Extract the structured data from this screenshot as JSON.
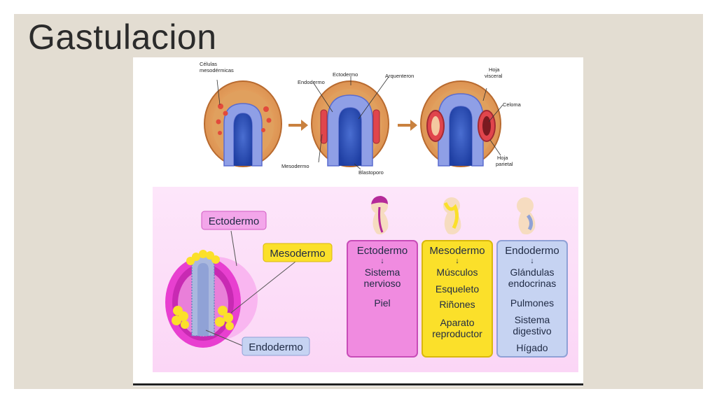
{
  "slide": {
    "title": "Gastulacion"
  },
  "top_figure": {
    "labels": {
      "celulas": "Células mesodérmicas",
      "ectodermo": "Ectodermo",
      "endodermo": "Endodermo",
      "arquenteron": "Arquenteron",
      "mesodermo": "Mesodermo",
      "blastoporo": "Blastoporo",
      "hoja_visceral": "Hoja visceral",
      "celoma": "Celoma",
      "hoja_parietal": "Hoja parietal"
    }
  },
  "bottom_figure": {
    "tag_ectodermo": "Ectodermo",
    "tag_mesodermo": "Mesodermo",
    "tag_endodermo": "Endodermo",
    "columns": [
      {
        "header": "Ectodermo",
        "arrow": "↓",
        "items": [
          "Sistema",
          "nervioso",
          "Piel"
        ],
        "color": "#f08be0"
      },
      {
        "header": "Mesodermo",
        "arrow": "↓",
        "items": [
          "Músculos",
          "Esqueleto",
          "Riñones",
          "Aparato",
          "reproductor"
        ],
        "color": "#fbe02a"
      },
      {
        "header": "Endodermo",
        "arrow": "↓",
        "items": [
          "Glándulas",
          "endocrinas",
          "Pulmones",
          "Sistema",
          "digestivo",
          "Hígado"
        ],
        "color": "#c6d3f2"
      }
    ]
  },
  "colors": {
    "slide_bg": "#e3ddd2",
    "ectoderm_pink": "#e83fd0",
    "mesoderm_yellow": "#fbe02a",
    "endoderm_blue": "#aab8de"
  }
}
